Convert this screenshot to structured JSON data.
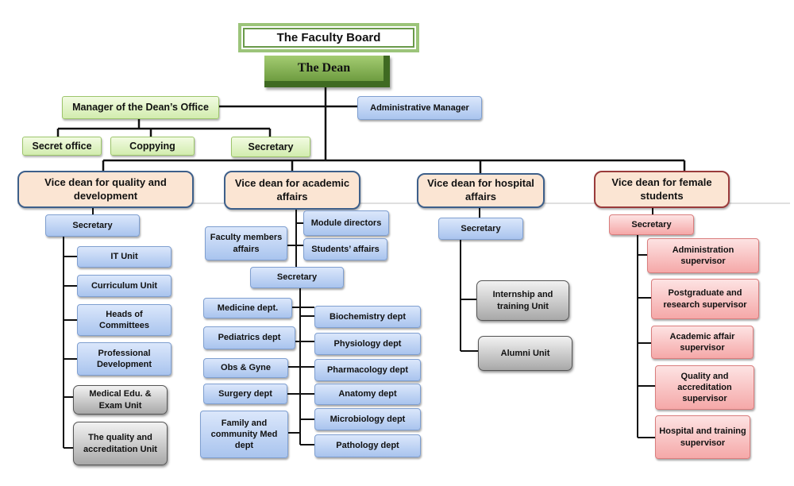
{
  "board": "The Faculty Board",
  "dean": "The Dean",
  "manager_office": "Manager of the Dean’s Office",
  "admin_manager": "Administrative Manager",
  "office_units": [
    "Secret office",
    "Coppying",
    "Secretary"
  ],
  "quality": {
    "title": "Vice dean for quality and development",
    "secretary": "Secretary",
    "units": [
      "IT Unit",
      "Curriculum Unit",
      "Heads of Committees",
      "Professional Development"
    ],
    "gray_units": [
      "Medical Edu. & Exam Unit",
      "The quality and accreditation Unit"
    ]
  },
  "academic": {
    "title": "Vice dean for academic affairs",
    "faculty_members": "Faculty members affairs",
    "module_directors": "Module directors",
    "students_affairs": "Students’ affairs",
    "secretary": "Secretary",
    "left_depts": [
      "Medicine dept.",
      "Pediatrics dept",
      "Obs & Gyne",
      "Surgery dept",
      "Family and community Med dept"
    ],
    "right_depts": [
      "Biochemistry dept",
      "Physiology dept",
      "Pharmacology dept",
      "Anatomy dept",
      "Microbiology dept",
      "Pathology dept"
    ]
  },
  "hospital": {
    "title": "Vice dean for hospital affairs",
    "secretary": "Secretary",
    "units": [
      "Internship and training Unit",
      "Alumni Unit"
    ]
  },
  "female": {
    "title": "Vice dean for female students",
    "secretary": "Secretary",
    "units": [
      "Administration supervisor",
      "Postgraduate and research supervisor",
      "Academic affair supervisor",
      "Quality and accreditation supervisor",
      "Hospital and training supervisor"
    ]
  },
  "colors": {
    "blue_box": "#a9c4ee",
    "green_box": "#d2ecae",
    "pink_box": "#f5a8a8",
    "gray_box": "#a8a8a8",
    "vice_dean_fill": "#fbe5d3",
    "dean_green": "#6e9c40"
  }
}
